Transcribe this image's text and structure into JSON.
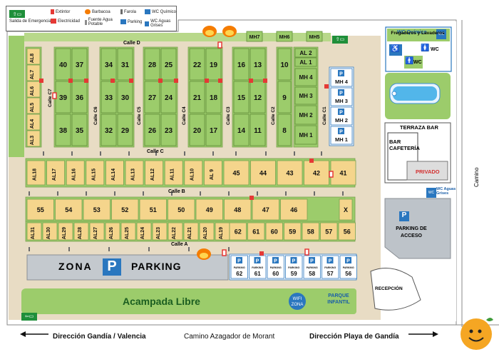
{
  "legend": {
    "items": [
      {
        "id": "salida",
        "label": "Salida de Emergencia"
      },
      {
        "id": "extintor",
        "label": "Extintor"
      },
      {
        "id": "electricidad",
        "label": "Electricidad"
      },
      {
        "id": "barbacoa",
        "label": "Barbacoa"
      },
      {
        "id": "fuente",
        "label": "Fuente Agua Potable"
      },
      {
        "id": "farola",
        "label": "Farola"
      },
      {
        "id": "parking",
        "label": "Parking"
      },
      {
        "id": "wcquimico",
        "label": "WC Químico"
      },
      {
        "id": "wcgrises",
        "label": "WC Aguas Grises"
      }
    ],
    "wc_badge": "WC"
  },
  "streets": {
    "calle_d": "Calle D",
    "calle_c": "Calle C",
    "calle_b": "Calle B",
    "calle_a": "Calle A",
    "calle_c7": "Calle C7",
    "calle_c6": "Calle C6",
    "calle_c5": "Calle C5",
    "calle_c4": "Calle C4",
    "calle_c3": "Calle C3",
    "calle_c2": "Calle C2",
    "calle_c1": "Calle C1"
  },
  "facilities": {
    "wc_quimico": "WC Químico",
    "fregaderos": "Fregaderos y Lavaderos",
    "wc": "WC",
    "terraza_bar": "TERRAZA BAR",
    "bar_cafeteria": "BAR CAFETERÍA",
    "privado": "PRIVADO",
    "wc_aguas_grises": "WC Aguas Grises",
    "parking_acceso": "PARKING DE ACCESO",
    "recepcion": "RECEPCIÓN",
    "zona_parking_left": "ZONA",
    "zona_parking_right": "PARKING",
    "acampada": "Acampada Libre",
    "wifi": "WIFI",
    "wifi_zona": "ZONA",
    "parque": "PARQUE INFANTIL",
    "camino": "Camino",
    "parking_small": "PARKING",
    "p": "P",
    "x": "X"
  },
  "bottom": {
    "left": "Dirección Gandía / Valencia",
    "center": "Camino Azagador de Morant",
    "right": "Dirección Playa de Gandía"
  },
  "plots": {
    "al_col": [
      "AL8",
      "AL7",
      "AL6",
      "AL5",
      "AL4",
      "AL3"
    ],
    "blk1_top": [
      "40",
      "37"
    ],
    "blk1_bot": [
      "39",
      "36",
      "38",
      "35"
    ],
    "blk2": [
      "34",
      "31",
      "33",
      "30",
      "32",
      "29"
    ],
    "blk3": [
      "28",
      "25",
      "27",
      "24",
      "26",
      "23"
    ],
    "blk4": [
      "22",
      "19",
      "21",
      "18",
      "20",
      "17"
    ],
    "blk5": [
      "16",
      "13",
      "15",
      "12",
      "14",
      "11"
    ],
    "blk6": [
      "10",
      "9",
      "8"
    ],
    "mh_top": [
      "MH7",
      "MH6",
      "MH5"
    ],
    "mh_right": [
      "AL 2",
      "AL 1",
      "MH 4",
      "MH 3",
      "MH 2",
      "MH 1"
    ],
    "mh_park": [
      "MH 4",
      "MH 3",
      "MH 2",
      "MH 1"
    ],
    "row_c": [
      "AL18",
      "AL17",
      "AL16",
      "AL15",
      "AL14",
      "AL13",
      "AL12",
      "AL11",
      "AL10",
      "AL 9",
      "45",
      "44",
      "43",
      "42",
      "41"
    ],
    "row_b_top": [
      "55",
      "54",
      "53",
      "52",
      "51",
      "50",
      "49",
      "48",
      "47",
      "46",
      "X"
    ],
    "row_b_bot_al": [
      "AL31",
      "AL30",
      "AL29",
      "AL28",
      "AL27",
      "AL26",
      "AL25",
      "AL24",
      "AL23",
      "AL22",
      "AL21",
      "AL20",
      "AL19"
    ],
    "row_b_bot_num": [
      "62",
      "61",
      "60",
      "59",
      "58",
      "57",
      "56"
    ],
    "parking_nums": [
      "62",
      "61",
      "60",
      "59",
      "58",
      "57",
      "56"
    ]
  }
}
